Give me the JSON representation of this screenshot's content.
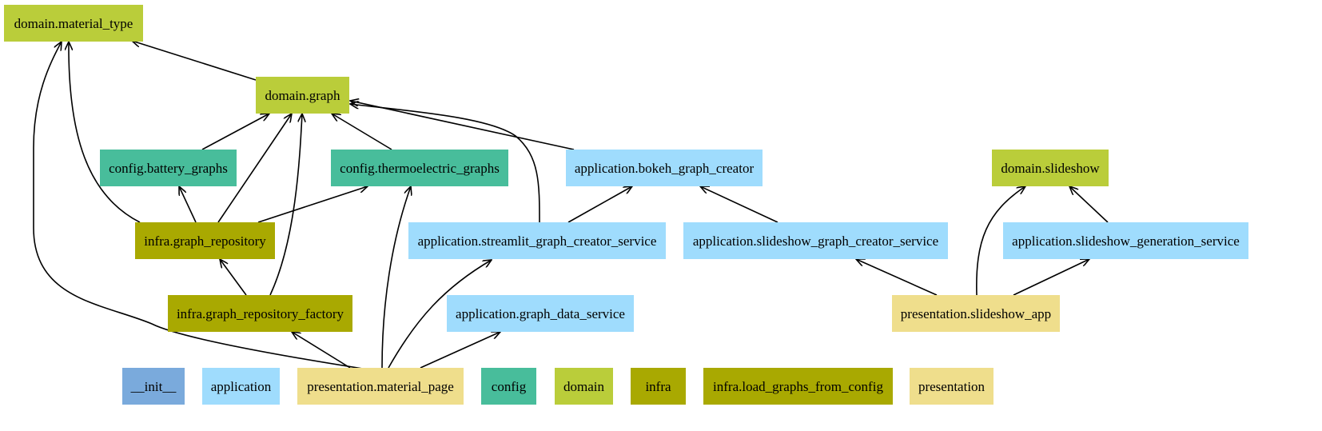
{
  "palette": {
    "init": "#7aaadc",
    "application": "#9fdcfd",
    "presentation": "#efde8c",
    "config": "#48bd9b",
    "domain": "#bacd3a",
    "infra": "#a9a901"
  },
  "nodes": [
    {
      "id": "domain_material_type",
      "label": "domain.material_type",
      "group": "domain"
    },
    {
      "id": "domain_graph",
      "label": "domain.graph",
      "group": "domain"
    },
    {
      "id": "config_battery_graphs",
      "label": "config.battery_graphs",
      "group": "config"
    },
    {
      "id": "config_thermoelectric_graphs",
      "label": "config.thermoelectric_graphs",
      "group": "config"
    },
    {
      "id": "application_bokeh_graph_creator",
      "label": "application.bokeh_graph_creator",
      "group": "application"
    },
    {
      "id": "domain_slideshow",
      "label": "domain.slideshow",
      "group": "domain"
    },
    {
      "id": "infra_graph_repository",
      "label": "infra.graph_repository",
      "group": "infra"
    },
    {
      "id": "application_streamlit_graph_creator_service",
      "label": "application.streamlit_graph_creator_service",
      "group": "application"
    },
    {
      "id": "application_slideshow_graph_creator_service",
      "label": "application.slideshow_graph_creator_service",
      "group": "application"
    },
    {
      "id": "application_slideshow_generation_service",
      "label": "application.slideshow_generation_service",
      "group": "application"
    },
    {
      "id": "infra_graph_repository_factory",
      "label": "infra.graph_repository_factory",
      "group": "infra"
    },
    {
      "id": "application_graph_data_service",
      "label": "application.graph_data_service",
      "group": "application"
    },
    {
      "id": "presentation_slideshow_app",
      "label": "presentation.slideshow_app",
      "group": "presentation"
    },
    {
      "id": "init",
      "label": "__init__",
      "group": "init"
    },
    {
      "id": "application",
      "label": "application",
      "group": "application"
    },
    {
      "id": "presentation_material_page",
      "label": "presentation.material_page",
      "group": "presentation"
    },
    {
      "id": "config",
      "label": "config",
      "group": "config"
    },
    {
      "id": "domain",
      "label": "domain",
      "group": "domain"
    },
    {
      "id": "infra",
      "label": "infra",
      "group": "infra"
    },
    {
      "id": "infra_load_graphs_from_config",
      "label": "infra.load_graphs_from_config",
      "group": "infra"
    },
    {
      "id": "presentation",
      "label": "presentation",
      "group": "presentation"
    }
  ],
  "edges": [
    {
      "from": "domain_graph",
      "to": "domain_material_type"
    },
    {
      "from": "infra_graph_repository",
      "to": "domain_material_type"
    },
    {
      "from": "presentation_material_page",
      "to": "domain_material_type"
    },
    {
      "from": "config_battery_graphs",
      "to": "domain_graph"
    },
    {
      "from": "infra_graph_repository",
      "to": "domain_graph"
    },
    {
      "from": "infra_graph_repository_factory",
      "to": "domain_graph"
    },
    {
      "from": "config_thermoelectric_graphs",
      "to": "domain_graph"
    },
    {
      "from": "application_streamlit_graph_creator_service",
      "to": "domain_graph"
    },
    {
      "from": "application_bokeh_graph_creator",
      "to": "domain_graph"
    },
    {
      "from": "infra_graph_repository",
      "to": "config_battery_graphs"
    },
    {
      "from": "infra_graph_repository",
      "to": "config_thermoelectric_graphs"
    },
    {
      "from": "presentation_material_page",
      "to": "config_thermoelectric_graphs"
    },
    {
      "from": "infra_graph_repository_factory",
      "to": "infra_graph_repository"
    },
    {
      "from": "presentation_material_page",
      "to": "infra_graph_repository_factory"
    },
    {
      "from": "presentation_material_page",
      "to": "application_streamlit_graph_creator_service"
    },
    {
      "from": "presentation_material_page",
      "to": "application_graph_data_service"
    },
    {
      "from": "application_streamlit_graph_creator_service",
      "to": "application_bokeh_graph_creator"
    },
    {
      "from": "application_slideshow_graph_creator_service",
      "to": "application_bokeh_graph_creator"
    },
    {
      "from": "presentation_slideshow_app",
      "to": "application_slideshow_graph_creator_service"
    },
    {
      "from": "presentation_slideshow_app",
      "to": "domain_slideshow"
    },
    {
      "from": "presentation_slideshow_app",
      "to": "application_slideshow_generation_service"
    },
    {
      "from": "application_slideshow_generation_service",
      "to": "domain_slideshow"
    }
  ]
}
